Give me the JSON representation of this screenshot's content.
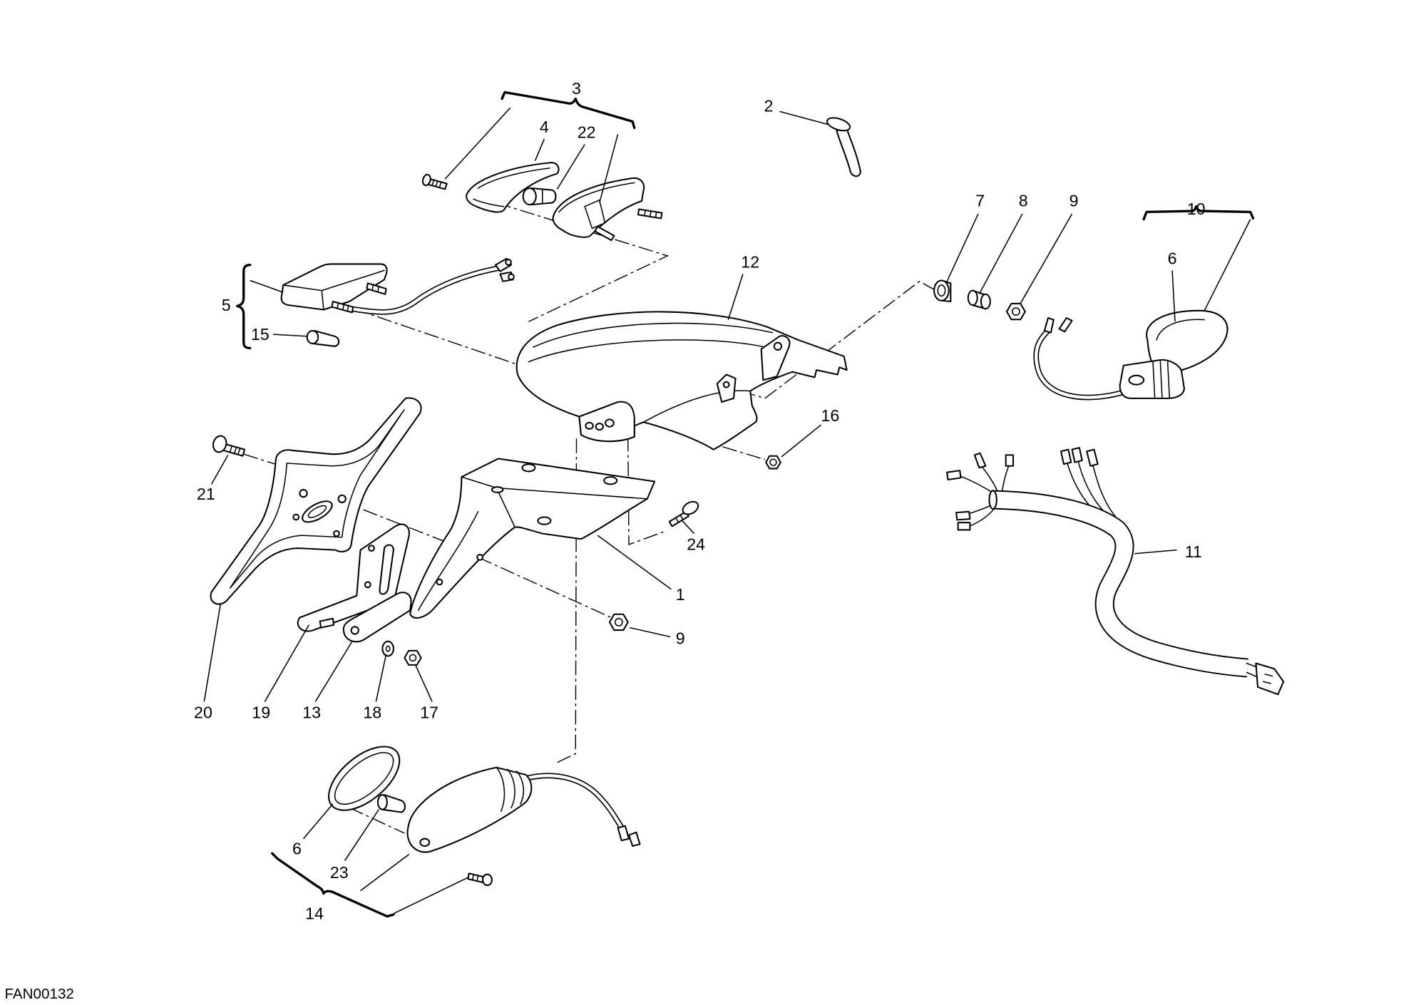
{
  "diagram": {
    "code": "FAN00132"
  },
  "callouts": [
    "3",
    "4",
    "22",
    "2",
    "7",
    "8",
    "9",
    "10",
    "6",
    "12",
    "5",
    "15",
    "16",
    "21",
    "24",
    "11",
    "1",
    "9",
    "20",
    "19",
    "13",
    "18",
    "17",
    "6",
    "23",
    "14"
  ]
}
